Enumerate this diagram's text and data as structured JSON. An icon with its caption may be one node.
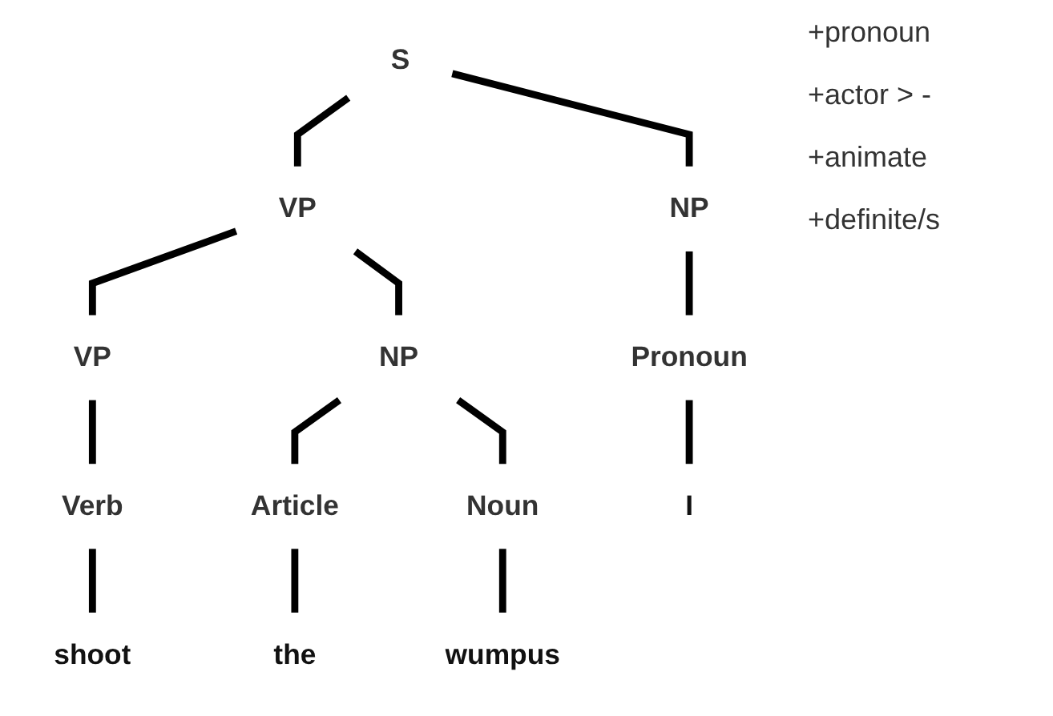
{
  "diagram": {
    "nodes": [
      {
        "text": [
          "S"
        ]
      },
      {
        "text": [
          "NP"
        ]
      },
      {
        "text": [
          "VP"
        ]
      },
      {
        "text": [
          "VP"
        ]
      },
      {
        "text": [
          "NP"
        ]
      },
      {
        "text": [
          "Pronoun"
        ]
      },
      {
        "text": [
          "Verb"
        ]
      },
      {
        "text": [
          "Article"
        ]
      },
      {
        "text": [
          "Noun"
        ]
      },
      {
        "text": [
          "I"
        ]
      },
      {
        "text": [
          "shoot"
        ]
      },
      {
        "text": [
          "the"
        ]
      },
      {
        "text": [
          "wumpus"
        ]
      }
    ],
    "edges": [
      {
        "from": 0,
        "to": 1,
        "arrow": "none"
      },
      {
        "from": 0,
        "to": 2,
        "arrow": "none"
      },
      {
        "from": 2,
        "to": 3,
        "arrow": "none"
      },
      {
        "from": 2,
        "to": 4,
        "arrow": "none"
      },
      {
        "from": 1,
        "to": 5,
        "arrow": "none"
      },
      {
        "from": 3,
        "to": 6,
        "arrow": "none"
      },
      {
        "from": 4,
        "to": 7,
        "arrow": "none"
      },
      {
        "from": 4,
        "to": 8,
        "arrow": "none"
      },
      {
        "from": 5,
        "to": 9,
        "arrow": "none"
      },
      {
        "from": 6,
        "to": 10,
        "arrow": "none"
      },
      {
        "from": 7,
        "to": 11,
        "arrow": "none"
      },
      {
        "from": 8,
        "to": 12,
        "arrow": "none"
      }
    ],
    "labels": [
      "+pronoun",
      "+actor > -",
      "+animate",
      "+definite/s"
    ]
  }
}
